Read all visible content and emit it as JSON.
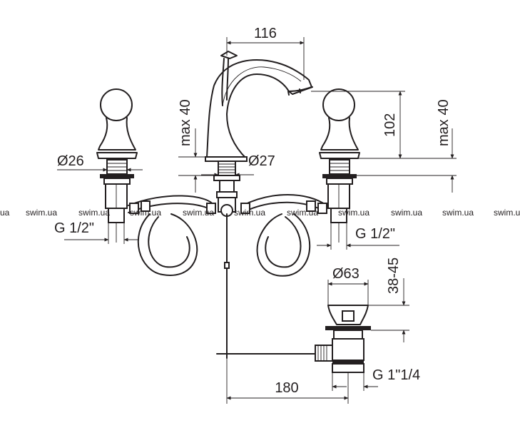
{
  "watermark": {
    "texts": [
      "ua",
      "swim.ua",
      "swim.ua",
      "swim.ua",
      "swim.ua",
      "swim.ua",
      "swim.ua",
      "swim.ua",
      "swim.ua",
      "swim.ua",
      "swim.ua"
    ]
  },
  "dimensions": {
    "spout_reach": "116",
    "left_max_height": "max 40",
    "right_max_height": "max 40",
    "spout_height": "102",
    "handle_diameter": "Ø26",
    "spout_base_diameter": "Ø27",
    "left_thread": "G 1/2\"",
    "right_thread": "G 1/2\"",
    "drain_diameter": "Ø63",
    "drain_range": "38-45",
    "drain_spacing": "180",
    "drain_thread": "G 1\"1/4"
  }
}
